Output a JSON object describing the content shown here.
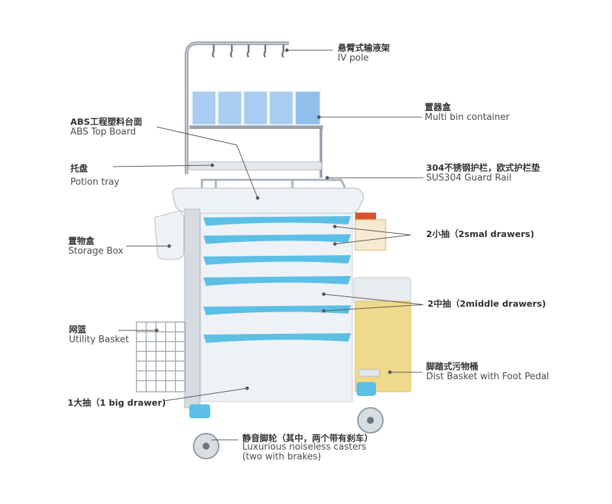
{
  "title": "Anesthesia / medical trolley component diagram",
  "colors": {
    "accent_blue": "#5bbfe6",
    "bin_blue": "#a9cdf0",
    "body_white": "#eef1f5",
    "frame_gray": "#9aa3ad",
    "waste_yellow": "#efd98a",
    "basket_yellow": "#e8b54a",
    "leader_line": "#555555"
  },
  "labels": {
    "iv_pole": {
      "zh": "悬臂式输液架",
      "en": "IV pole"
    },
    "multi_bin": {
      "zh": "置器盒",
      "en": "Multi bin container"
    },
    "top_board": {
      "zh": "ABS工程塑料台面",
      "en": "ABS Top Board"
    },
    "potion_tray": {
      "zh": "托盘",
      "en": "Potion tray"
    },
    "guard_rail": {
      "zh": "304不锈钢护栏，欧式护栏垫",
      "en": "SUS304  Guard Rail"
    },
    "small_drawers": {
      "text": "2小抽（2smal drawers)"
    },
    "storage_box": {
      "zh": "置物盒",
      "en": "Storage Box"
    },
    "middle_drawers": {
      "text": "2中抽（2middle drawers)"
    },
    "utility_basket": {
      "zh": "网篮",
      "en": "Utility Basket"
    },
    "dist_basket": {
      "zh": "脚踏式污物桶",
      "en": "Dist Basket with Foot Pedal"
    },
    "big_drawer": {
      "text": "1大抽（1 big drawer)"
    },
    "casters": {
      "zh": "静音脚轮（其中，两个带有刹车）",
      "en": "Luxurious noiseless casters",
      "en2": "(two with brakes)"
    }
  }
}
